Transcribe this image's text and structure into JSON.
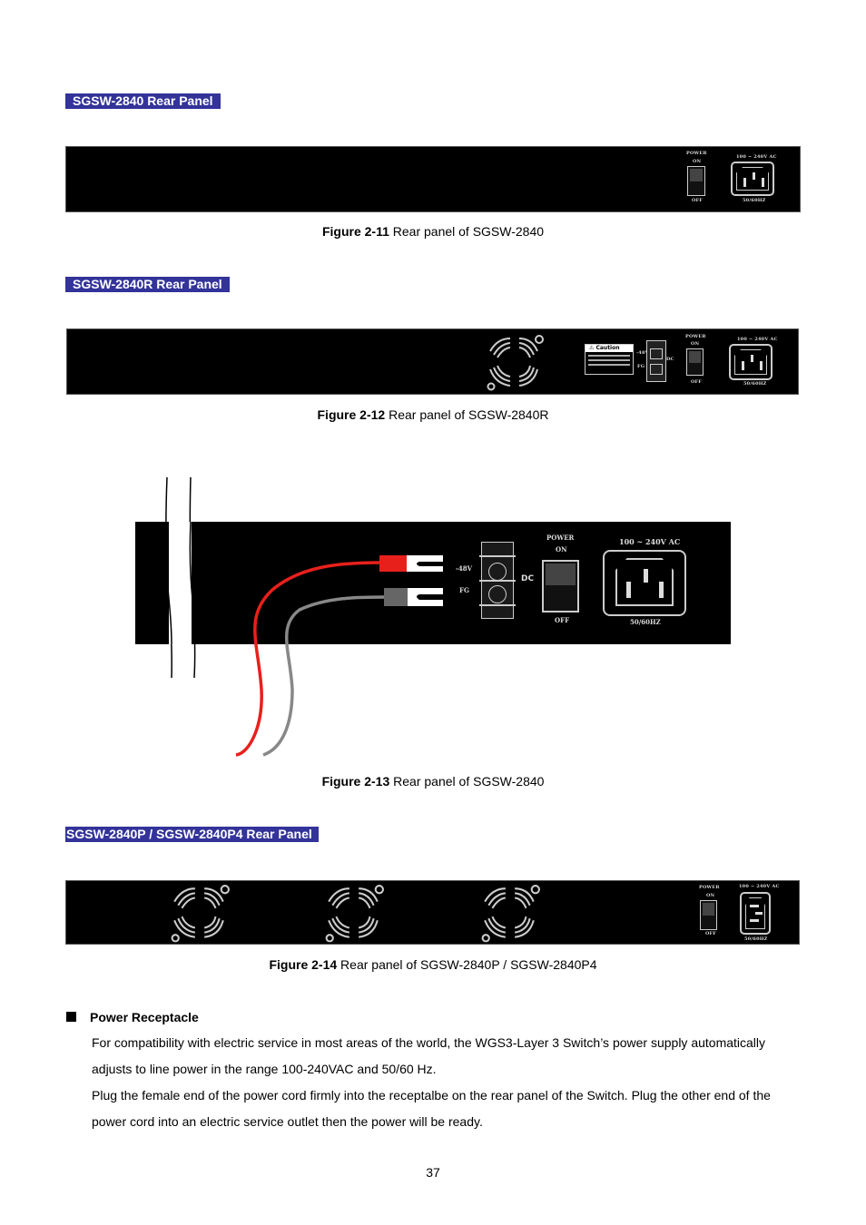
{
  "sections": [
    {
      "heading": "SGSW-2840 Rear Panel"
    },
    {
      "heading": "SGSW-2840R Rear Panel"
    },
    {
      "heading": "SGSW-2840P / SGSW-2840P4 Rear Panel"
    }
  ],
  "figures": [
    {
      "label": "Figure 2-11",
      "caption": " Rear panel of SGSW-2840"
    },
    {
      "label": "Figure 2-12",
      "caption": " Rear panel of SGSW-2840R"
    },
    {
      "label": "Figure 2-13",
      "caption": " Rear panel of SGSW-2840"
    },
    {
      "label": "Figure 2-14",
      "caption": " Rear panel of SGSW-2840P / SGSW-2840P4"
    }
  ],
  "panel_labels": {
    "power": "POWER",
    "on": "ON",
    "off": "OFF",
    "ac_range": "100 ~ 240V AC",
    "hz": "50/60HZ",
    "caution": "Caution",
    "v48": "-48V",
    "fg": "FG",
    "dc": "DC"
  },
  "power_receptacle": {
    "title": "Power Receptacle",
    "para1_line1": "For compatibility with electric service in most areas of the world, the WGS3-Layer 3 Switch’s power supply automatically",
    "para1_line2": "adjusts to line power in the range 100-240VAC and 50/60 Hz.",
    "para2_line1": "Plug the female end of the power cord firmly into the receptalbe on the rear panel of the Switch. Plug the other end of the",
    "para2_line2": "power cord into an electric service outlet then the power will be ready."
  },
  "page_number": "37"
}
